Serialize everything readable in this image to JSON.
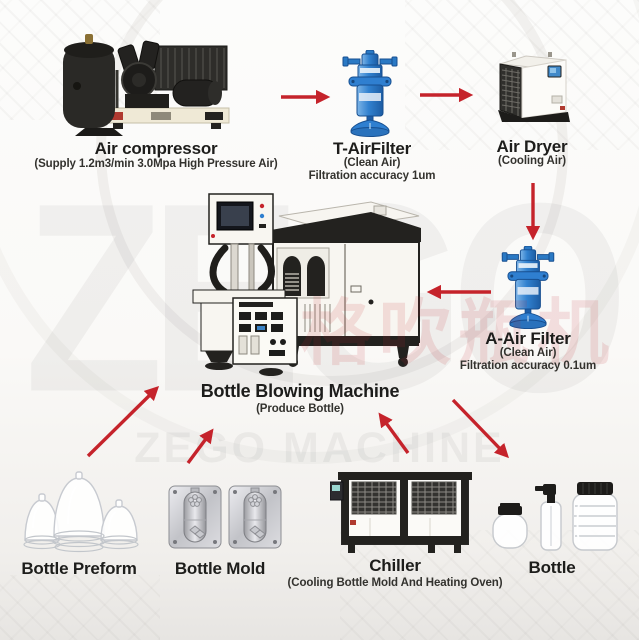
{
  "diagram_title_context": "Bottle blowing machine production flow",
  "colors": {
    "arrow_red": "#c5232b",
    "text_dark": "#1d1d1b",
    "filter_blue": "#2f7fd0",
    "watermark_gray": "#e9e7e4",
    "watermark_red": "#c5232b"
  },
  "watermarks": {
    "big": "ZEGO",
    "bottom": "ZEGO MACHINE",
    "stamp": "格吹瓶机"
  },
  "icons": {
    "air_compressor": "air-compressor-icon",
    "t_air_filter": "t-air-filter-icon",
    "air_dryer": "air-dryer-icon",
    "a_air_filter": "a-air-filter-icon",
    "bottle_blowing_machine": "bottle-blowing-machine-icon",
    "bottle_preform": "bottle-preform-icon",
    "bottle_mold": "bottle-mold-icon",
    "chiller": "chiller-icon",
    "bottle": "bottle-icon"
  },
  "nodes": {
    "air_compressor": {
      "title": "Air compressor",
      "subtitle": "(Supply 1.2m3/min 3.0Mpa High Pressure Air)"
    },
    "t_air_filter": {
      "title": "T-AirFilter",
      "subtitle": "(Clean Air)",
      "detail": "Filtration accuracy 1um"
    },
    "air_dryer": {
      "title": "Air Dryer",
      "subtitle": "(Cooling Air)"
    },
    "a_air_filter": {
      "title": "A-Air Filter",
      "subtitle": "(Clean Air)",
      "detail": "Filtration accuracy 0.1um"
    },
    "bottle_blowing_machine": {
      "title": "Bottle Blowing Machine",
      "subtitle": "(Produce Bottle)"
    },
    "bottle_preform": {
      "title": "Bottle Preform"
    },
    "bottle_mold": {
      "title": "Bottle Mold"
    },
    "chiller": {
      "title": "Chiller",
      "subtitle": "(Cooling Bottle Mold And Heating Oven)"
    },
    "bottle": {
      "title": "Bottle"
    }
  },
  "flow_edges": [
    {
      "from": "air_compressor",
      "to": "t_air_filter"
    },
    {
      "from": "t_air_filter",
      "to": "air_dryer"
    },
    {
      "from": "air_dryer",
      "to": "a_air_filter"
    },
    {
      "from": "a_air_filter",
      "to": "bottle_blowing_machine"
    },
    {
      "from": "bottle_preform",
      "to": "bottle_blowing_machine"
    },
    {
      "from": "bottle_mold",
      "to": "bottle_blowing_machine"
    },
    {
      "from": "chiller",
      "to": "bottle_blowing_machine"
    },
    {
      "from": "bottle_blowing_machine",
      "to": "bottle"
    }
  ]
}
